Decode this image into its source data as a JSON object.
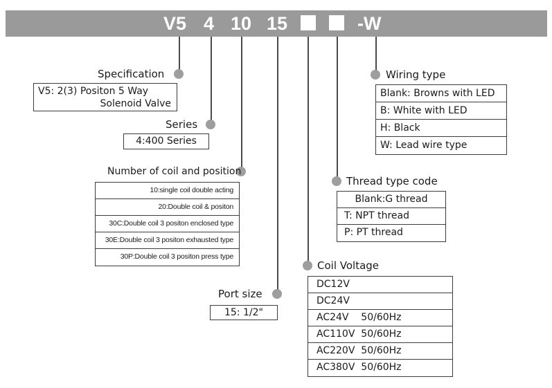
{
  "model_code": {
    "prefix": "V5",
    "series": "4",
    "coil": "10",
    "port": "15",
    "suffix": "-W"
  },
  "specification": {
    "title": "Specification",
    "line1": "V5: 2(3) Positon 5 Way",
    "line2": "Solenoid Valve"
  },
  "series": {
    "title": "Series",
    "value": "4:400 Series"
  },
  "coil_position": {
    "title": "Number of coil and position",
    "items": [
      "10:single coil double acting",
      "20:Double  coil & positon",
      "30C:Double coil 3 positon enclosed type",
      "30E:Double coil 3 positon exhausted type",
      "30P:Double coil 3 positon press type"
    ]
  },
  "port_size": {
    "title": "Port size",
    "value": "15: 1/2\""
  },
  "wiring_type": {
    "title": "Wiring type",
    "items": [
      "Blank: Browns with LED",
      "B: White with LED",
      "H: Black",
      "W: Lead wire type"
    ]
  },
  "thread_type": {
    "title": "Thread type code",
    "items": [
      "Blank:G thread",
      "T: NPT thread",
      "P: PT thread"
    ]
  },
  "coil_voltage": {
    "title": "Coil Voltage",
    "items": [
      "DC12V",
      "DC24V",
      "AC24V    50/60Hz",
      "AC110V  50/60Hz",
      "AC220V  50/60Hz",
      "AC380V  50/60Hz"
    ]
  }
}
